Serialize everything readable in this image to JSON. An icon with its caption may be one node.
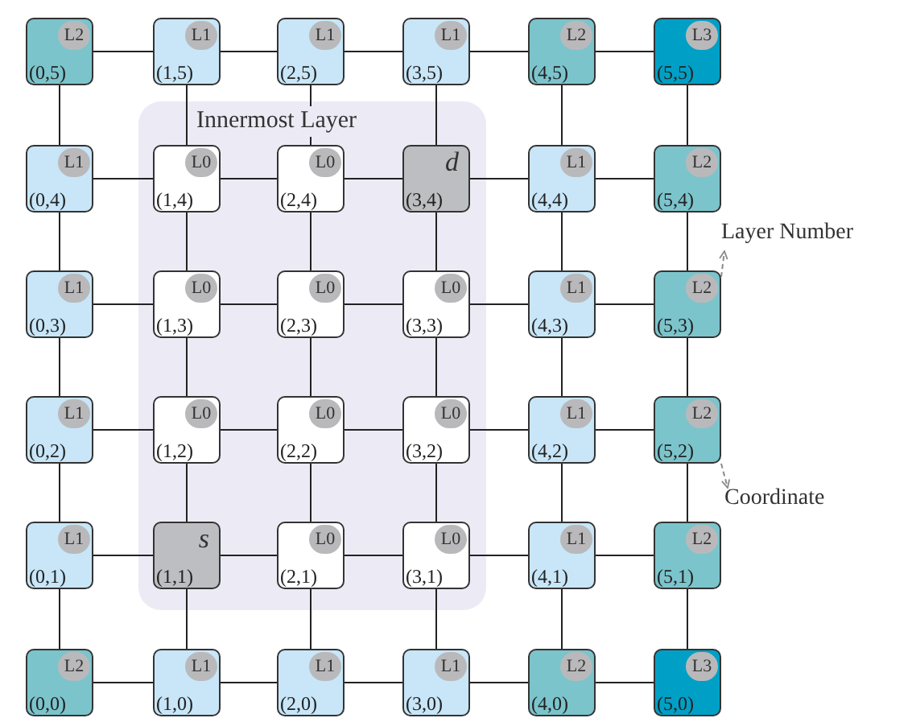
{
  "diagram": {
    "nodes": [
      {
        "text": [
          "Innermost Layer"
        ]
      },
      {
        "text": [
          "L2",
          "(0,5)"
        ]
      },
      {
        "text": [
          "L1",
          "(1,5)"
        ]
      },
      {
        "text": [
          "L1",
          "(2,5)"
        ]
      },
      {
        "text": [
          "L1",
          "(3,5)"
        ]
      },
      {
        "text": [
          "L2",
          "(4,5)"
        ]
      },
      {
        "text": [
          "L3",
          "(5,5)"
        ]
      },
      {
        "text": [
          "L1",
          "(0,4)"
        ]
      },
      {
        "text": [
          "L0",
          "(1,4)"
        ],
        "in": 0
      },
      {
        "text": [
          "L0",
          "(2,4)"
        ],
        "in": 0
      },
      {
        "text": [
          "d",
          "(3,4)"
        ],
        "in": 0
      },
      {
        "text": [
          "L1",
          "(4,4)"
        ]
      },
      {
        "text": [
          "L2",
          "(5,4)"
        ]
      },
      {
        "text": [
          "L1",
          "(0,3)"
        ]
      },
      {
        "text": [
          "L0",
          "(1,3)"
        ],
        "in": 0
      },
      {
        "text": [
          "L0",
          "(2,3)"
        ],
        "in": 0
      },
      {
        "text": [
          "L0",
          "(3,3)"
        ],
        "in": 0
      },
      {
        "text": [
          "L1",
          "(4,3)"
        ]
      },
      {
        "text": [
          "L2",
          "(5,3)"
        ]
      },
      {
        "text": [
          "L1",
          "(0,2)"
        ]
      },
      {
        "text": [
          "L0",
          "(1,2)"
        ],
        "in": 0
      },
      {
        "text": [
          "L0",
          "(2,2)"
        ],
        "in": 0
      },
      {
        "text": [
          "L0",
          "(3,2)"
        ],
        "in": 0
      },
      {
        "text": [
          "L1",
          "(4,2)"
        ]
      },
      {
        "text": [
          "L2",
          "(5,2)"
        ]
      },
      {
        "text": [
          "L1",
          "(0,1)"
        ]
      },
      {
        "text": [
          "s",
          "(1,1)"
        ],
        "in": 0
      },
      {
        "text": [
          "L0",
          "(2,1)"
        ],
        "in": 0
      },
      {
        "text": [
          "L0",
          "(3,1)"
        ],
        "in": 0
      },
      {
        "text": [
          "L1",
          "(4,1)"
        ]
      },
      {
        "text": [
          "L2",
          "(5,1)"
        ]
      },
      {
        "text": [
          "L2",
          "(0,0)"
        ]
      },
      {
        "text": [
          "L1",
          "(1,0)"
        ]
      },
      {
        "text": [
          "L1",
          "(2,0)"
        ]
      },
      {
        "text": [
          "L1",
          "(3,0)"
        ]
      },
      {
        "text": [
          "L2",
          "(4,0)"
        ]
      },
      {
        "text": [
          "L3",
          "(5,0)"
        ]
      },
      {
        "text": [
          "Layer Number"
        ]
      },
      {
        "text": [
          "Coordinate"
        ]
      }
    ],
    "edges": [
      {
        "from": 1,
        "to": 2,
        "arrow": "none"
      },
      {
        "from": 2,
        "to": 3,
        "arrow": "none"
      },
      {
        "from": 3,
        "to": 4,
        "arrow": "none"
      },
      {
        "from": 4,
        "to": 5,
        "arrow": "none"
      },
      {
        "from": 5,
        "to": 6,
        "arrow": "none"
      },
      {
        "from": 7,
        "to": 8,
        "arrow": "none"
      },
      {
        "from": 8,
        "to": 9,
        "arrow": "none"
      },
      {
        "from": 9,
        "to": 10,
        "arrow": "none"
      },
      {
        "from": 10,
        "to": 11,
        "arrow": "none"
      },
      {
        "from": 11,
        "to": 12,
        "arrow": "none"
      },
      {
        "from": 13,
        "to": 14,
        "arrow": "none"
      },
      {
        "from": 14,
        "to": 15,
        "arrow": "none"
      },
      {
        "from": 15,
        "to": 16,
        "arrow": "none"
      },
      {
        "from": 16,
        "to": 17,
        "arrow": "none"
      },
      {
        "from": 17,
        "to": 18,
        "arrow": "none"
      },
      {
        "from": 19,
        "to": 20,
        "arrow": "none"
      },
      {
        "from": 20,
        "to": 21,
        "arrow": "none"
      },
      {
        "from": 21,
        "to": 22,
        "arrow": "none"
      },
      {
        "from": 22,
        "to": 23,
        "arrow": "none"
      },
      {
        "from": 23,
        "to": 24,
        "arrow": "none"
      },
      {
        "from": 25,
        "to": 26,
        "arrow": "none"
      },
      {
        "from": 26,
        "to": 27,
        "arrow": "none"
      },
      {
        "from": 27,
        "to": 28,
        "arrow": "none"
      },
      {
        "from": 28,
        "to": 29,
        "arrow": "none"
      },
      {
        "from": 29,
        "to": 30,
        "arrow": "none"
      },
      {
        "from": 31,
        "to": 32,
        "arrow": "none"
      },
      {
        "from": 32,
        "to": 33,
        "arrow": "none"
      },
      {
        "from": 33,
        "to": 34,
        "arrow": "none"
      },
      {
        "from": 34,
        "to": 35,
        "arrow": "none"
      },
      {
        "from": 35,
        "to": 36,
        "arrow": "none"
      },
      {
        "from": 1,
        "to": 7,
        "arrow": "none"
      },
      {
        "from": 7,
        "to": 13,
        "arrow": "none"
      },
      {
        "from": 13,
        "to": 19,
        "arrow": "none"
      },
      {
        "from": 19,
        "to": 25,
        "arrow": "none"
      },
      {
        "from": 25,
        "to": 31,
        "arrow": "none"
      },
      {
        "from": 2,
        "to": 8,
        "arrow": "none"
      },
      {
        "from": 8,
        "to": 14,
        "arrow": "none"
      },
      {
        "from": 14,
        "to": 20,
        "arrow": "none"
      },
      {
        "from": 20,
        "to": 26,
        "arrow": "none"
      },
      {
        "from": 26,
        "to": 32,
        "arrow": "none"
      },
      {
        "from": 3,
        "to": 9,
        "arrow": "none"
      },
      {
        "from": 9,
        "to": 15,
        "arrow": "none"
      },
      {
        "from": 15,
        "to": 21,
        "arrow": "none"
      },
      {
        "from": 21,
        "to": 27,
        "arrow": "none"
      },
      {
        "from": 27,
        "to": 33,
        "arrow": "none"
      },
      {
        "from": 4,
        "to": 10,
        "arrow": "none"
      },
      {
        "from": 10,
        "to": 16,
        "arrow": "none"
      },
      {
        "from": 16,
        "to": 22,
        "arrow": "none"
      },
      {
        "from": 22,
        "to": 28,
        "arrow": "none"
      },
      {
        "from": 28,
        "to": 34,
        "arrow": "none"
      },
      {
        "from": 5,
        "to": 11,
        "arrow": "none"
      },
      {
        "from": 11,
        "to": 17,
        "arrow": "none"
      },
      {
        "from": 17,
        "to": 23,
        "arrow": "none"
      },
      {
        "from": 23,
        "to": 29,
        "arrow": "none"
      },
      {
        "from": 29,
        "to": 35,
        "arrow": "none"
      },
      {
        "from": 6,
        "to": 12,
        "arrow": "none"
      },
      {
        "from": 12,
        "to": 18,
        "arrow": "none"
      },
      {
        "from": 18,
        "to": 24,
        "arrow": "none"
      },
      {
        "from": 24,
        "to": 30,
        "arrow": "none"
      },
      {
        "from": 30,
        "to": 36,
        "arrow": "none"
      },
      {
        "from": 18,
        "to": 37,
        "arrow": "to",
        "style": "dashed",
        "color": "#8a8a8a"
      },
      {
        "from": 24,
        "to": 38,
        "arrow": "to",
        "style": "dashed",
        "color": "#8a8a8a"
      }
    ]
  }
}
